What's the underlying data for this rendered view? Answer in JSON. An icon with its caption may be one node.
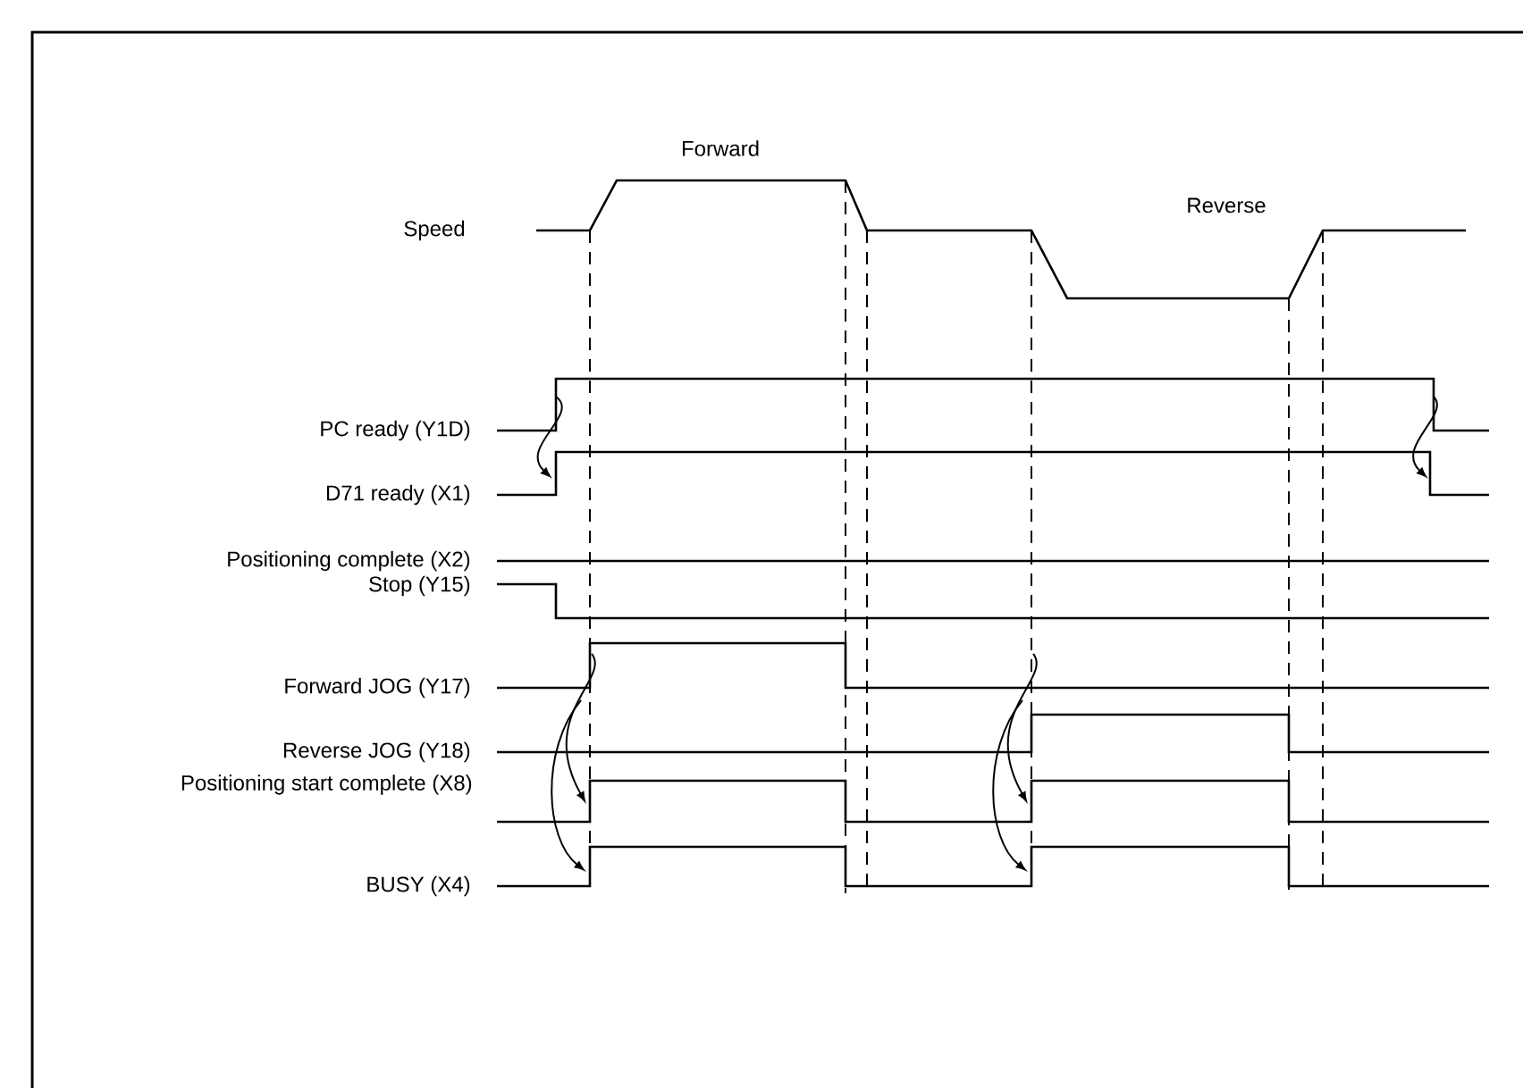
{
  "diagram": {
    "labels": [
      "Forward",
      "Reverse",
      "Speed",
      "PC ready (Y1D)",
      "D71 ready (X1)",
      "Positioning complete (X2)",
      "Stop (Y15)",
      "Forward JOG (Y17)",
      "Reverse JOG (Y18)",
      "Positioning start complete (X8)",
      "BUSY (X4)"
    ]
  }
}
